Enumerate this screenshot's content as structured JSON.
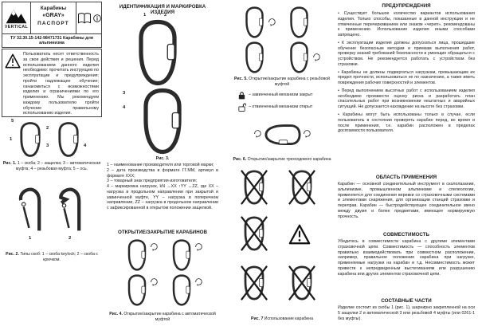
{
  "doc": {
    "header": {
      "brand": "VERTICAL",
      "product": "Карабины",
      "model": "«GRAY»",
      "doc_type": "ПАСПОРТ",
      "tu": "ТУ 32.30.15-142-98471731 Карабины для альпинизма"
    },
    "intro_warning": "Пользователь несет ответственность за свои действия и решения. Перед использованием данного изделия необходимо: прочитать инструкцию по эксплуатации и предупреждения; пройти надлежащее обучение; ознакомиться с возможностями изделия и ограничениями по его применению. Мы рекомендуем каждому пользователю пройти обучение правильному использованию изделия.",
    "fig1": {
      "label": "Рис. 1.",
      "caption": " 1 – скоба; 2 – защелка; 3 – автоматическая муфта; 4 – резьбовая муфта; 5 – ось.",
      "callouts": [
        "1",
        "2",
        "3",
        "4",
        "5"
      ]
    },
    "fig2": {
      "label": "Рис. 2.",
      "caption": " Типы скоб: 1 – скоба keylock; 2 – скоба с крючком.",
      "callouts": [
        "1",
        "2"
      ]
    },
    "identification": {
      "heading": "ИДЕНТИФИКАЦИЯ И МАРКИРОВКА ИЗДЕЛИЯ",
      "fig3_label": "Рис. 3.",
      "fig3_callouts": [
        "1",
        "2",
        "3",
        "4"
      ],
      "items": [
        "1 – наименование производителя или торговой марки;",
        "2 – дата производства в формате ГГ.ММ, артикул в формате XXX;",
        "3 – товарный знак предприятия-изготовителя;",
        "4 – маркировка нагрузок, kN ↔XX ↑YY ↔ZZ, где XX – нагрузка в продольном направлении при закрытой и завинченной муфте, YY – нагрузка в поперечном направлении, ZZ – нагрузка в продольном направлении с зафиксированной в открытом положении защелкой."
      ]
    },
    "open_close": {
      "heading": "ОТКРЫТИЕ/ЗАКРЫТИЕ КАРАБИНОВ",
      "fig4_label": "Рис. 4.",
      "fig4_caption": " Открытие/закрытие карабина с автоматической муфтой",
      "fig5_label": "Рис. 5.",
      "fig5_caption": " Открытие/закрытие карабина с резьбовой муфтой",
      "legend": [
        "–  завинченный механизм закрыт",
        "–  отвинченный механизм открыт"
      ],
      "fig6_label": "Рис. 6.",
      "fig6_caption": " Открытие/закрытие трехходового карабина",
      "fig7_label": "Рис. 7",
      "fig7_caption": " Использование карабина"
    },
    "warnings": {
      "heading": "ПРЕДУПРЕЖДЕНИЯ",
      "items": [
        "• Существует большое количество вариантов использования изделия. Только способы, показанные в данной инструкции и не отмеченные перечеркиванием или знаком «череп», рекомендованы к применению. Использование изделия иными способами запрещено.",
        "• К эксплуатации изделия должны допускаться лица, прошедшие обучение безопасным методам и приемам выполнения работ, проверку знаний требований безопасности и умеющие обращаться с устройством. Не рекомендуется работать с устройством без страховки.",
        "• Карабины не должны подвергаться нагрузкам, превышающим их предел прочности, использоваться не по назначению, а также иметь повреждения рабочих поверхностей и элементов.",
        "• Перед выполнением высотных работ с использованием изделия необходимо произвести оценку риска и разработать план спасательных работ при возникновении нештатных и аварийных ситуаций. Не допускается нахождение на высоте без страховки.",
        "• Карабины могут быть использованы только в случае, если пользователь в состоянии проверять карабин перед, во время и после применения, т.е. карабин расположен в пределах досягаемости пользователя."
      ]
    },
    "application": {
      "heading": "ОБЛАСТЬ ПРИМЕНЕНИЯ",
      "text": "Карабин — основной соединительный инструмент в скалолазании, альпинизме, промышленном альпинизме и спелеологии, применяется для соединения веревки со страховочными системами и элементами снаряжения, для организации станций страховки и переправ. Карабин — быстродействующее соединительное звено между двумя и более предметами, имеющее нормируемую прочность."
    },
    "compatibility": {
      "heading": "СОВМЕСТИМОСТЬ",
      "text": "Убедитесь в совместимости карабина с другими элементами страховочной цепи. Совместимость — способность элементов правильно взаимодействовать при совместном расположении, например, правильное положение карабина при нагрузке, применяемые нагрузки на карабин и т.д. Несовместимость может привести к непредвиденным выстегиваниям или разрушению карабина или других элементов страховочной цепи."
    },
    "parts": {
      "heading": "СОСТАВНЫЕ ЧАСТИ",
      "text": "Изделие состоит из скобы 1 (рис. 1), шарнирно закрепленной на оси 5 защелки 2 и автоматической 3 или резьбовой 4 муфты (или 0261-1 без муфты)."
    }
  }
}
